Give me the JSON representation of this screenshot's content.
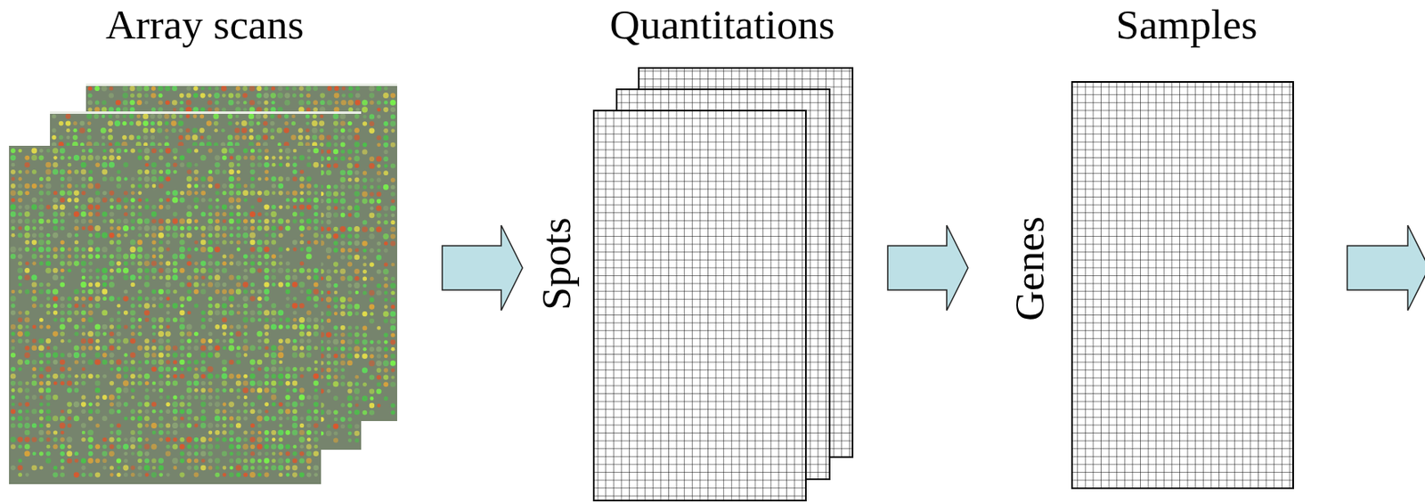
{
  "diagram": {
    "nodes": [
      {
        "text": [
          "Array scans"
        ]
      },
      {
        "text": [
          "Quantitations",
          "Spots"
        ]
      },
      {
        "text": [
          "Samples",
          "Genes"
        ]
      }
    ],
    "edges": [
      {
        "from": 0,
        "to": 1,
        "arrow": "to"
      },
      {
        "from": 1,
        "to": 2,
        "arrow": "to"
      }
    ]
  }
}
